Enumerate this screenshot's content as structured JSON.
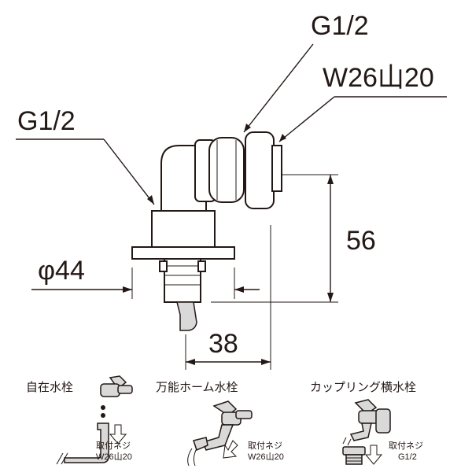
{
  "labels": {
    "top_thread": "G1/2",
    "outlet_thread": "W26山20",
    "left_thread": "G1/2",
    "diameter": "φ44",
    "height": "56",
    "depth": "38"
  },
  "faucets": [
    {
      "name": "自在水栓",
      "note_line1": "取付ネジ",
      "note_line2": "W26山20"
    },
    {
      "name": "万能ホーム水栓",
      "note_line1": "取付ネジ",
      "note_line2": "W26山20"
    },
    {
      "name": "カップリング横水栓",
      "note_line1": "取付ネジ",
      "note_line2": "G1/2"
    }
  ],
  "colors": {
    "ink": "#231815",
    "shade": "#d9d9d9"
  }
}
